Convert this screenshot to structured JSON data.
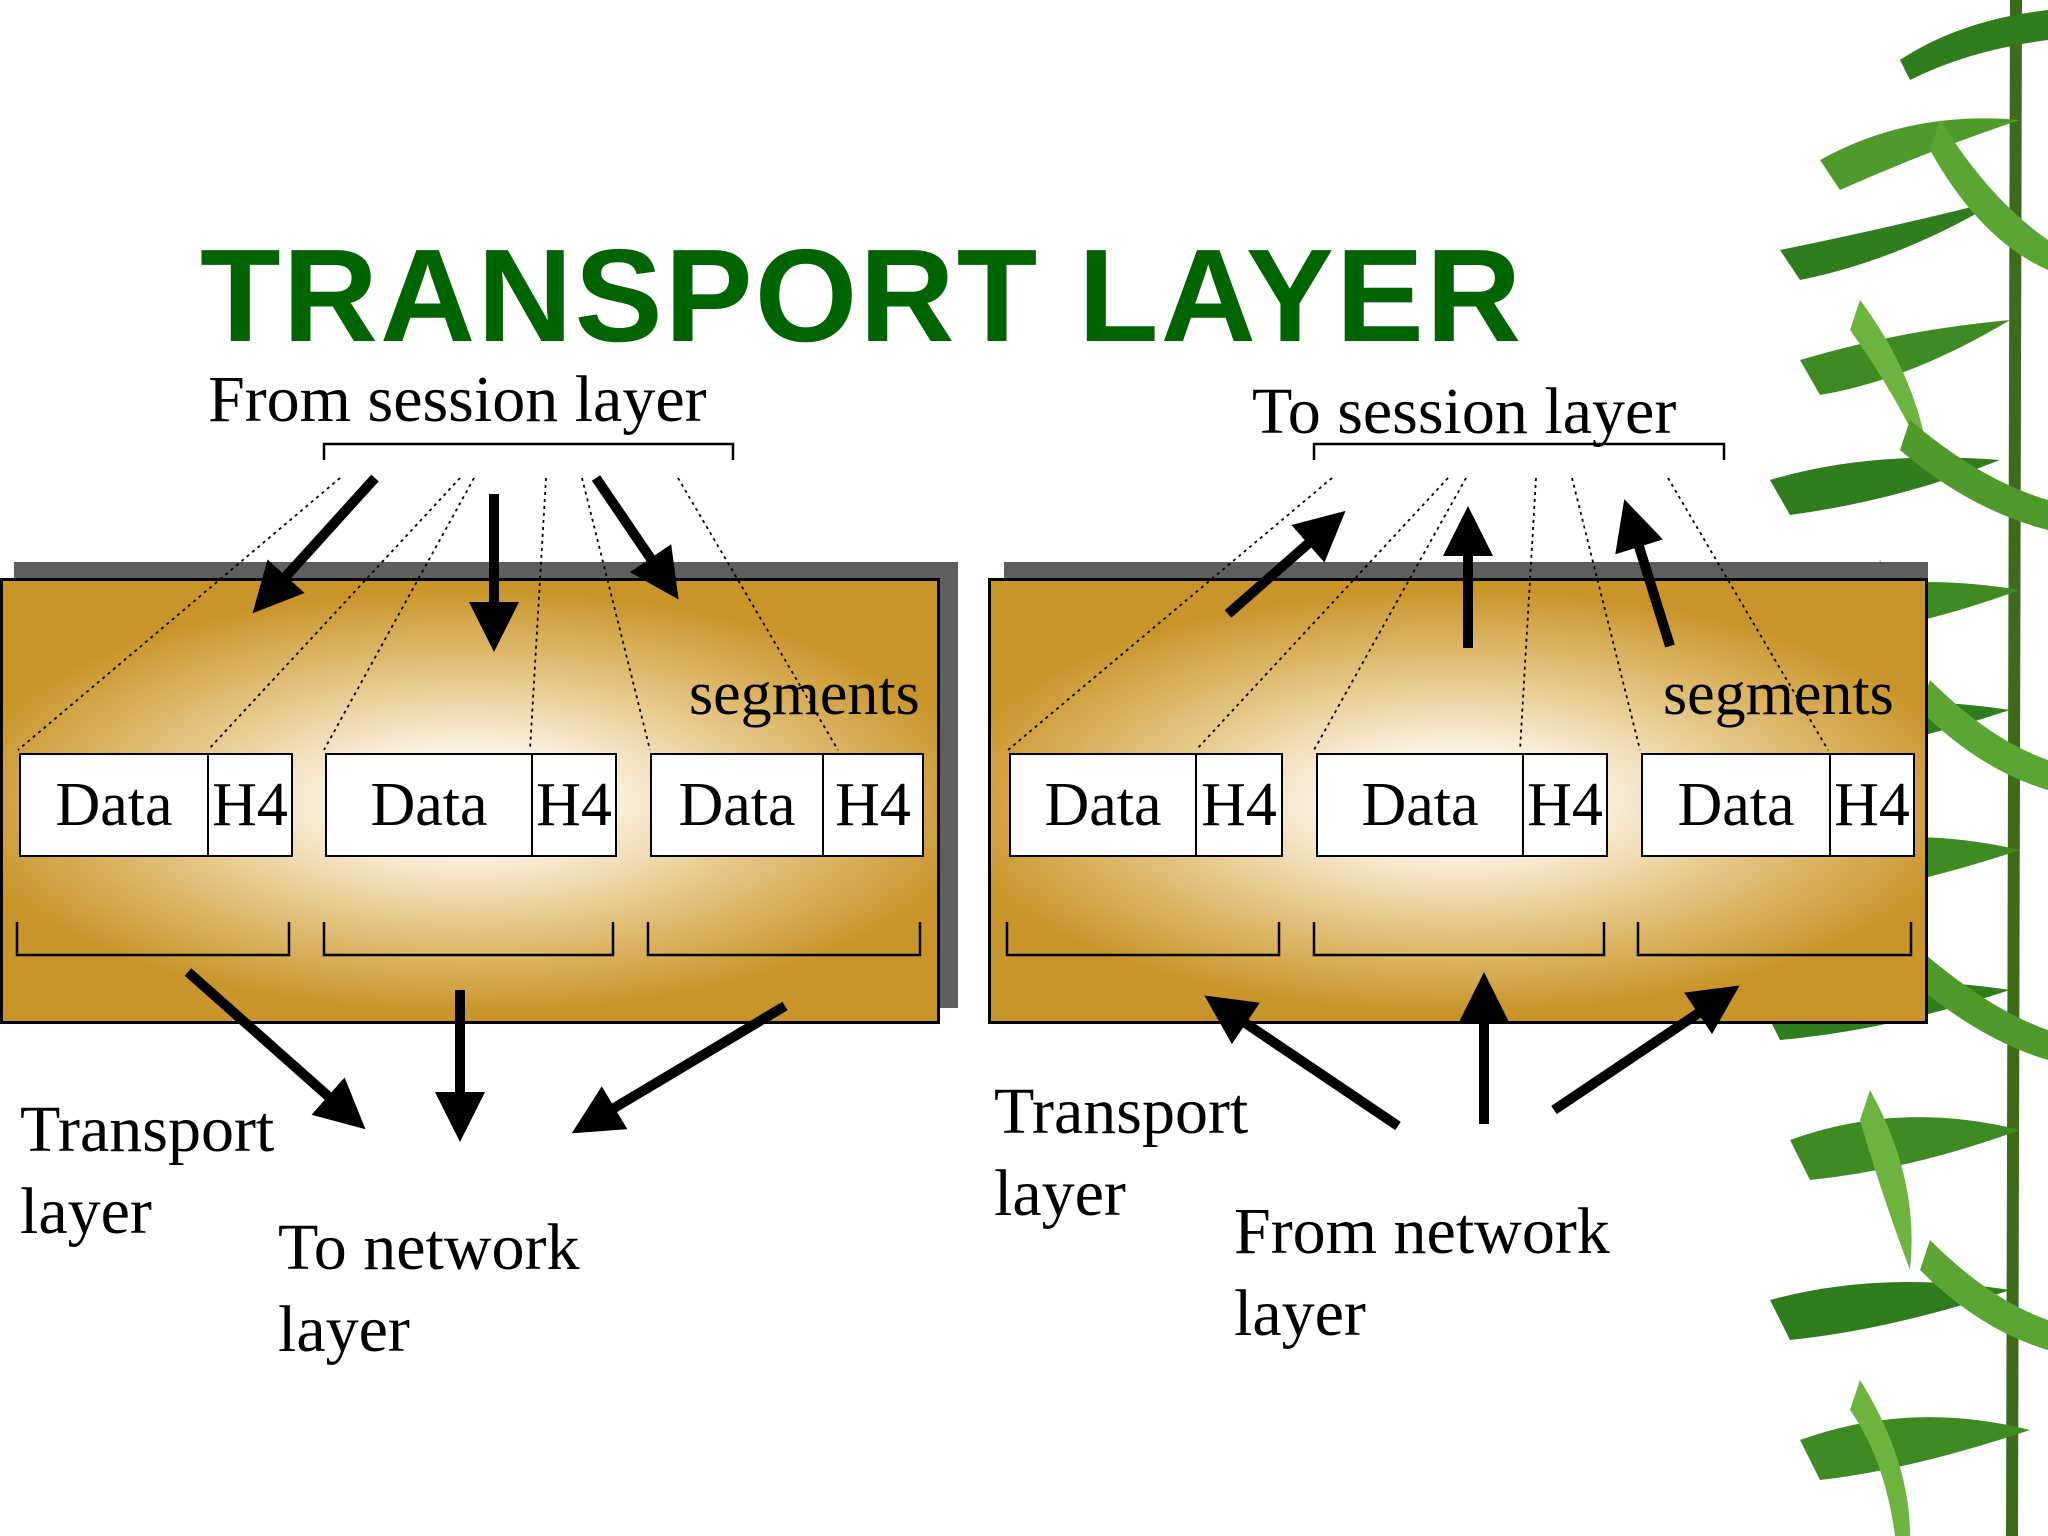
{
  "slide": {
    "title": "TRANSPORT LAYER",
    "title_color": "#006400",
    "left": {
      "top_label": "From session layer",
      "segments_label": "segments",
      "segments": [
        {
          "data": "Data",
          "header": "H4"
        },
        {
          "data": "Data",
          "header": "H4"
        },
        {
          "data": "Data",
          "header": "H4"
        }
      ],
      "layer_label_line1": "Transport",
      "layer_label_line2": "layer",
      "bottom_label_line1": "To network",
      "bottom_label_line2": "layer"
    },
    "right": {
      "top_label": "To session layer",
      "segments_label": "segments",
      "segments": [
        {
          "data": "Data",
          "header": "H4"
        },
        {
          "data": "Data",
          "header": "H4"
        },
        {
          "data": "Data",
          "header": "H4"
        }
      ],
      "layer_label_line1": "Transport",
      "layer_label_line2": "layer",
      "bottom_label_line1": "From network",
      "bottom_label_line2": "layer"
    }
  }
}
